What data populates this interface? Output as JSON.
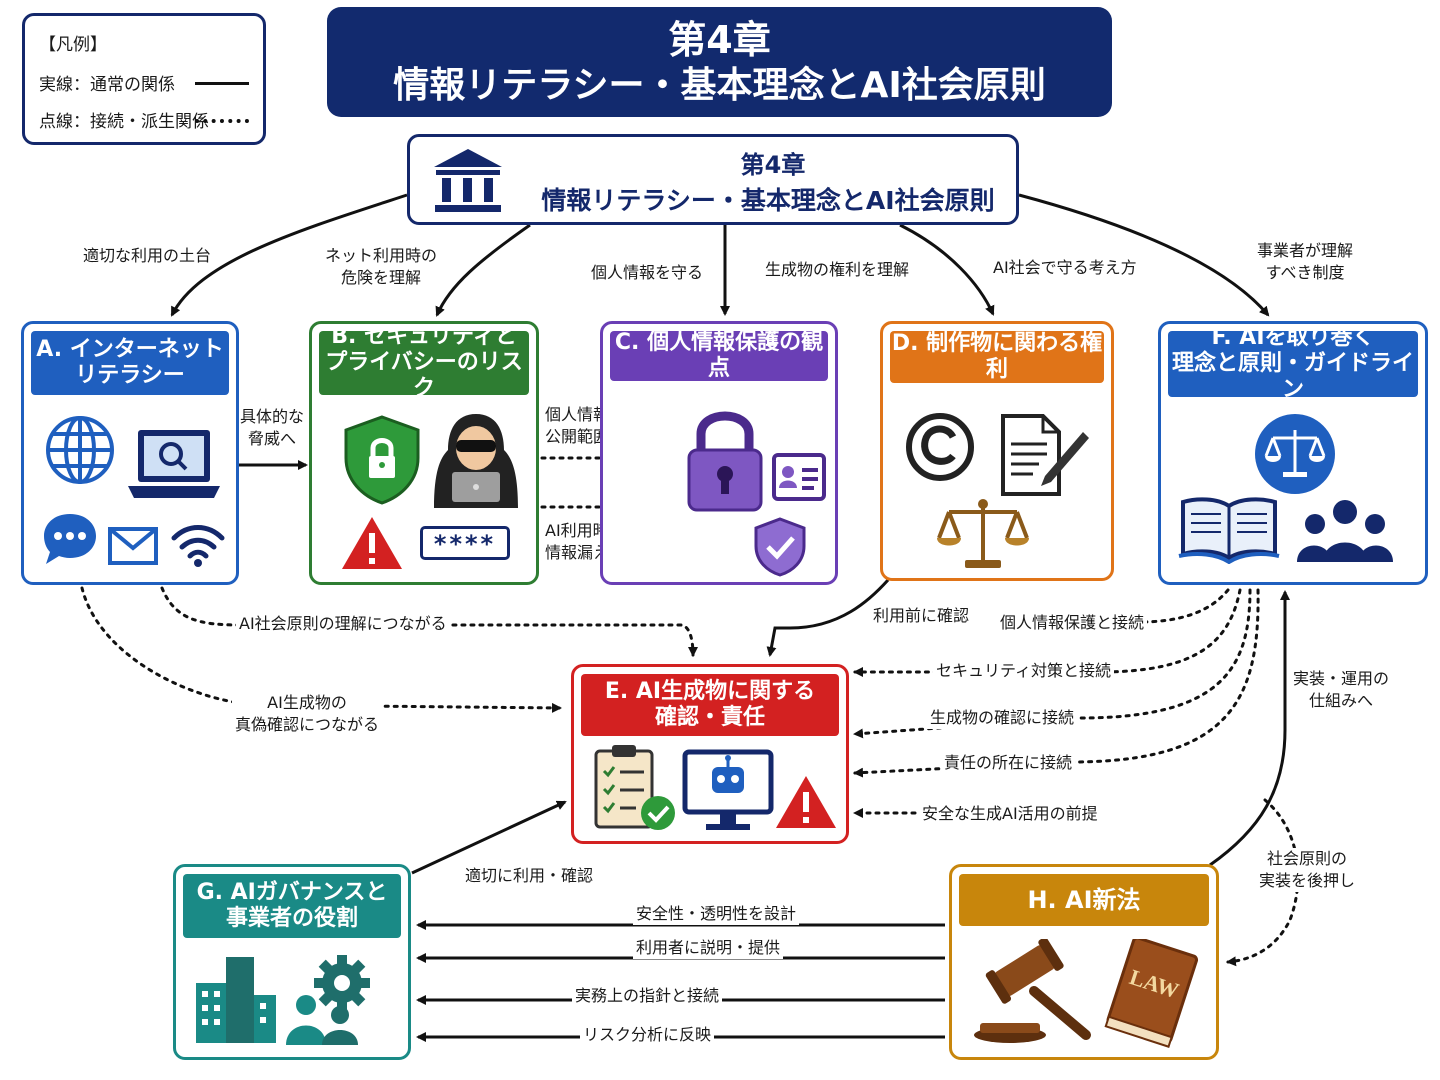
{
  "legend": {
    "title": "【凡例】",
    "solid": "実線：通常の関係",
    "dotted": "点線：接続・派生関係"
  },
  "banner": {
    "line1": "第4章",
    "line2": "情報リテラシー・基本理念とAI社会原則"
  },
  "center": {
    "line1": "第4章",
    "line2": "情報リテラシー・基本理念とAI社会原則",
    "icon": "bank-icon"
  },
  "top_labels": {
    "a": "適切な利用の土台",
    "b1": "ネット利用時の",
    "b2": "危険を理解",
    "c": "個人情報を守る",
    "d": "生成物の権利を理解",
    "e": "AI社会で守る考え方",
    "f1": "事業者が理解",
    "f2": "すべき制度"
  },
  "boxes": {
    "a": {
      "l1": "A. インターネット",
      "l2": "リテラシー",
      "color": "#1f5fbf",
      "icons": [
        "globe-icon",
        "laptop-search-icon",
        "chat-icon",
        "mail-icon",
        "wifi-icon"
      ]
    },
    "b": {
      "l1": "B. セキュリティと",
      "l2": "プライバシーのリスク",
      "color": "#2e7d32",
      "icons": [
        "shield-lock-icon",
        "hacker-icon",
        "warning-icon",
        "password-icon"
      ],
      "password": "****"
    },
    "c": {
      "l1": "C. 個人情報保護の観点",
      "color": "#6a3fb5",
      "icons": [
        "padlock-icon",
        "id-card-icon",
        "shield-check-icon"
      ]
    },
    "d": {
      "l1": "D. 制作物に関わる権利",
      "color": "#e07418",
      "icons": [
        "copyright-icon",
        "document-pen-icon",
        "scales-icon"
      ]
    },
    "e": {
      "l1": "E. AI生成物に関する",
      "l2": "確認・責任",
      "color": "#d32121",
      "icons": [
        "checklist-icon",
        "robot-monitor-icon",
        "warning-icon"
      ]
    },
    "f": {
      "l1": "F. AIを取り巻く",
      "l2": "理念と原則・ガイドライン",
      "color": "#1f5fbf",
      "icons": [
        "justice-icon",
        "open-book-icon",
        "people-icon"
      ]
    },
    "g": {
      "l1": "G. AIガバナンスと",
      "l2": "事業者の役割",
      "color": "#1a8a86",
      "icons": [
        "buildings-icon",
        "gear-people-icon"
      ]
    },
    "h": {
      "l1": "H. AI新法",
      "color": "#c8860c",
      "icons": [
        "gavel-icon",
        "law-book-icon"
      ],
      "book_text": "LAW"
    }
  },
  "edge_labels": {
    "ab1": "具体的な",
    "ab2": "脅威へ",
    "bc1a": "個人情報の",
    "bc1b": "公開範囲を守る",
    "bc2a": "AI利用時の",
    "bc2b": "情報漏えいリスク",
    "a_e1": "AI社会原則の理解につながる",
    "a_e2a": "AI生成物の",
    "a_e2b": "真偽確認につながる",
    "d_e": "利用前に確認",
    "f_e1": "個人情報保護と接続",
    "f_e2": "セキュリティ対策と接続",
    "f_e3": "生成物の確認に接続",
    "f_e4": "責任の所在に接続",
    "f_e5": "安全な生成AI活用の前提",
    "h_f1": "実装・運用の",
    "h_f2": "仕組みへ",
    "f_h1": "社会原則の",
    "f_h2": "実装を後押し",
    "g_e": "適切に利用・確認",
    "h_g1": "安全性・透明性を設計",
    "h_g2": "利用者に説明・提供",
    "h_g3": "実務上の指針と接続",
    "h_g4": "リスク分析に反映"
  }
}
